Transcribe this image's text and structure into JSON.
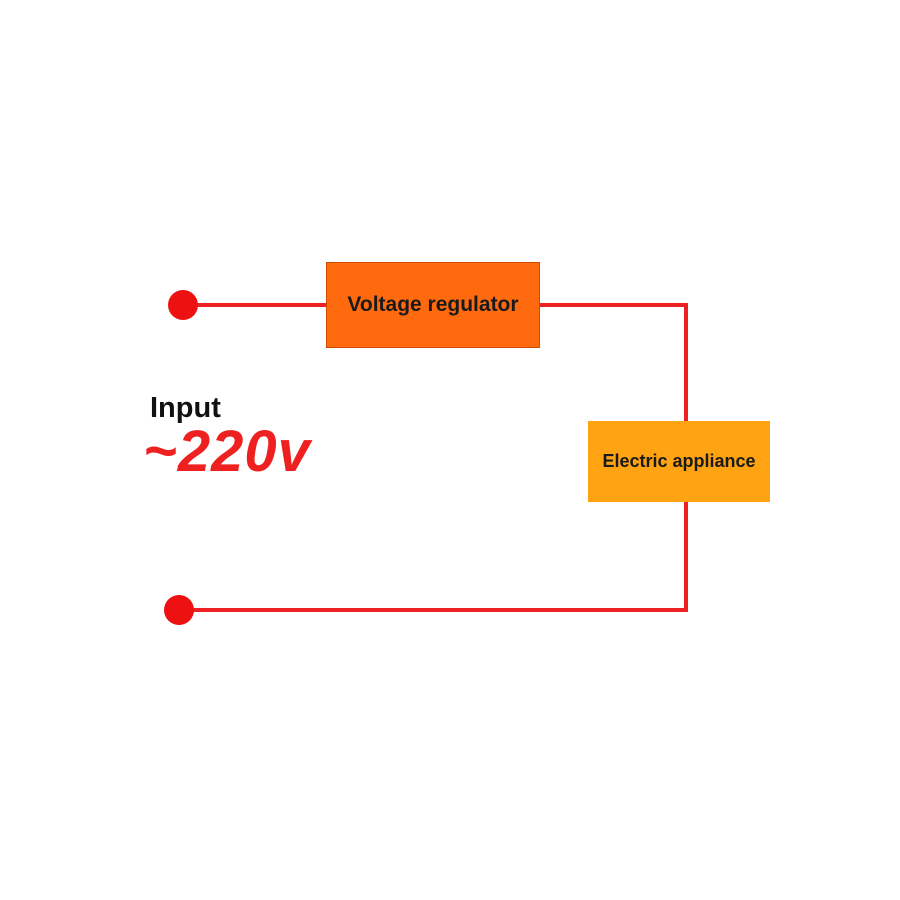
{
  "diagram": {
    "components": {
      "regulator": {
        "label": "Voltage regulator"
      },
      "appliance": {
        "label": "Electric appliance"
      }
    },
    "input": {
      "label": "Input",
      "voltage": "~220v"
    },
    "colors": {
      "wire": "#ee2222",
      "terminal": "#ee1111",
      "regulator_fill": "#ff6a0e",
      "appliance_fill": "#ffa312",
      "voltage_text": "#ee2020"
    }
  }
}
